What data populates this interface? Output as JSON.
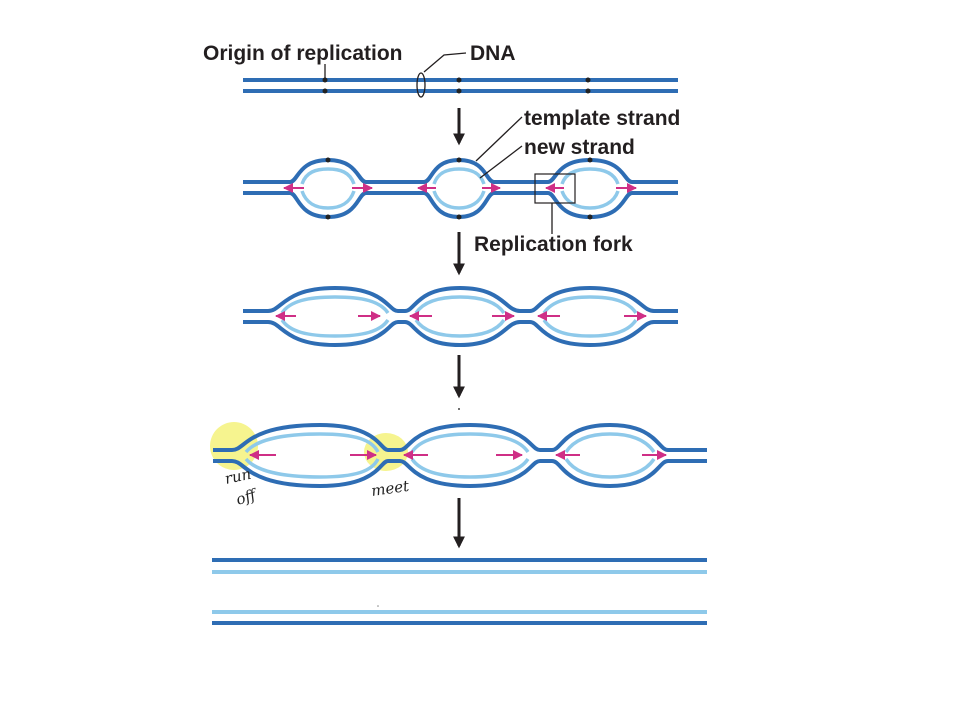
{
  "labels": {
    "origin": "Origin of replication",
    "dna": "DNA",
    "template": "template strand",
    "new_strand": "new strand",
    "fork": "Replication fork"
  },
  "annotations": {
    "run_off_1": "run",
    "run_off_2": "off",
    "meet": "meet"
  },
  "colors": {
    "template": "#2e6db4",
    "new_strand": "#8ec9ea",
    "arrow": "#cf2f86",
    "highlight": "#f3f06a"
  }
}
